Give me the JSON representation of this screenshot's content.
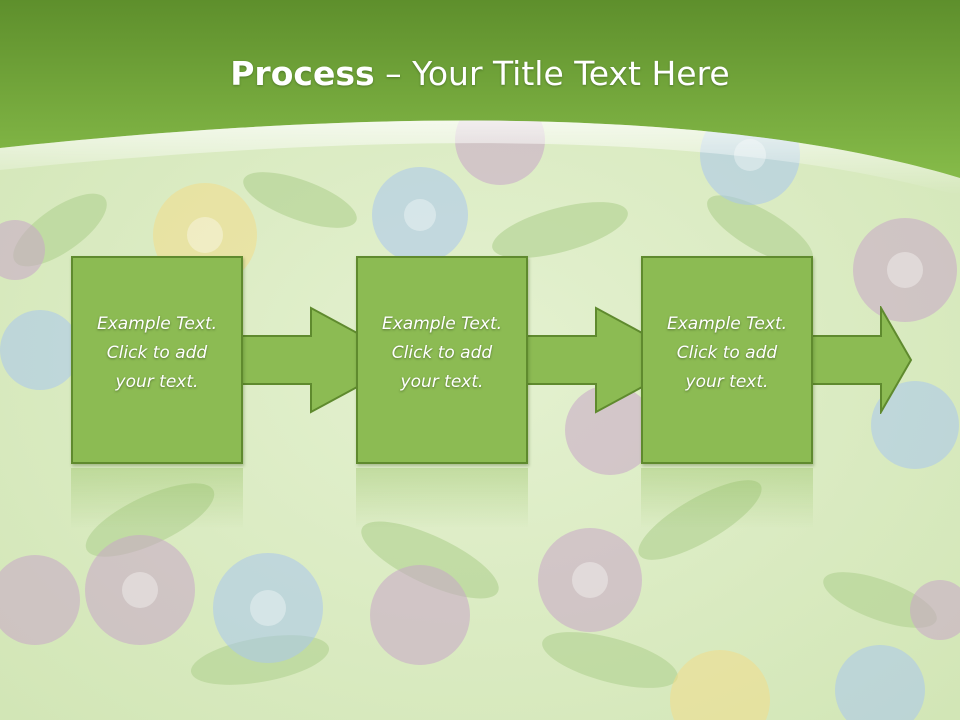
{
  "slide": {
    "title_bold": "Process",
    "title_rest": " – Your Title Text Here"
  },
  "steps": [
    {
      "line1": "Example Text.",
      "line2": "Click  to add",
      "line3": "your text."
    },
    {
      "line1": "Example Text.",
      "line2": "Click  to add",
      "line3": "your text."
    },
    {
      "line1": "Example Text.",
      "line2": "Click  to add",
      "line3": "your text."
    }
  ],
  "colors": {
    "header_green": "#76ab3e",
    "box_fill": "#8cbb53",
    "box_border": "#5f8a2e",
    "background": "#dcebc4"
  }
}
